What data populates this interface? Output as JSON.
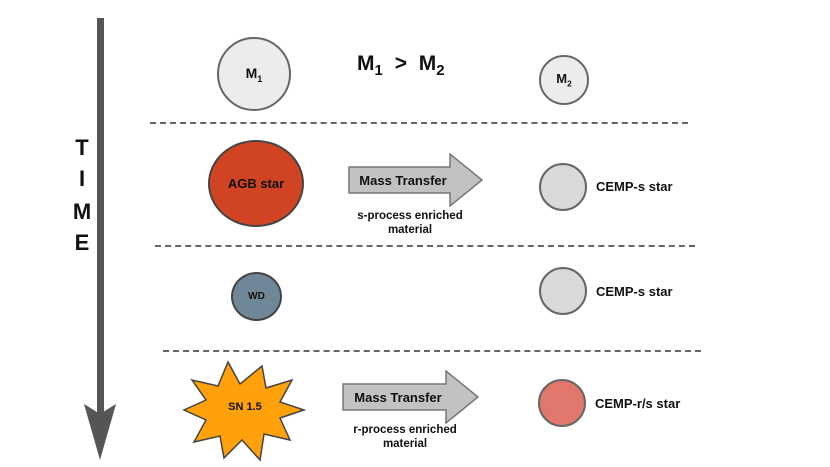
{
  "time_axis": {
    "letters": [
      "T",
      "I",
      "M",
      "E"
    ]
  },
  "row1": {
    "star1": {
      "main": "M",
      "sub": "1"
    },
    "relation": {
      "a": "M",
      "a_sub": "1",
      "op": ">",
      "b": "M",
      "b_sub": "2"
    },
    "star2": {
      "main": "M",
      "sub": "2"
    }
  },
  "row2": {
    "star1_label": "AGB star",
    "arrow_label": "Mass Transfer",
    "note_line1": "s-process enriched",
    "note_line2": "material",
    "star2_label": "CEMP-s star"
  },
  "row3": {
    "star1_label": "WD",
    "star2_label": "CEMP-s star"
  },
  "row4": {
    "star1_label": "SN 1.5",
    "arrow_label": "Mass Transfer",
    "note_line1": "r-process enriched",
    "note_line2": "material",
    "star2_label": "CEMP-r/s star"
  },
  "colors": {
    "agb": "#d04323",
    "wd": "#6f8797",
    "sn": "#ffa10a",
    "cemp_s": "#d9d9d9",
    "cemp_rs": "#e0776a",
    "m_star": "#ececec",
    "arrow_fill": "#c2c2c2",
    "axis": "#555555"
  }
}
